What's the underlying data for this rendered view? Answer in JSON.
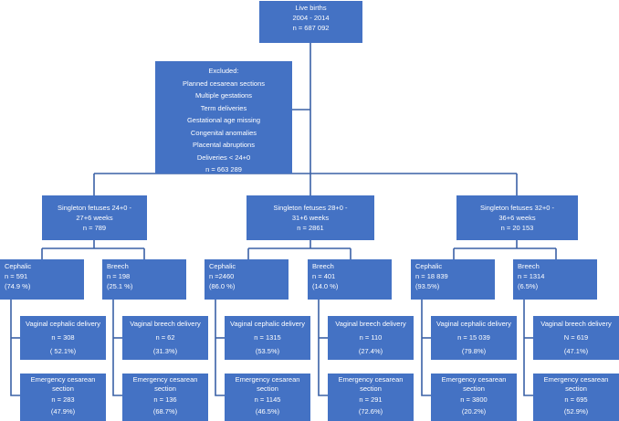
{
  "root": {
    "lines": [
      "Live births",
      "2004 - 2014",
      "n = 687 092"
    ]
  },
  "excluded": {
    "lines": [
      "Excluded:",
      "Planned cesarean sections",
      "Multiple gestations",
      "Term deliveries",
      "Gestational age missing",
      "Congenital anomalies",
      "Placental abruptions",
      "Deliveries < 24+0",
      "n = 663 289"
    ]
  },
  "groups": [
    {
      "header": {
        "lines": [
          "Singleton fetuses 24+0 -",
          "27+6 weeks",
          "n = 789"
        ]
      },
      "cephalic": {
        "lines": [
          "Cephalic",
          "n = 591",
          "(74.9 %)"
        ]
      },
      "breech": {
        "lines": [
          "Breech",
          "n = 198",
          "(25.1 %)"
        ]
      },
      "vag_ceph": {
        "lines": [
          "Vaginal cephalic  delivery",
          "n =  308",
          "( 52.1%)"
        ]
      },
      "vag_breech": {
        "lines": [
          "Vaginal breech delivery",
          "n = 62",
          "(31.3%)"
        ]
      },
      "em_ceph": {
        "lines": [
          "Emergency cesarean",
          "section",
          "n =  283",
          "(47.9%)"
        ]
      },
      "em_breech": {
        "lines": [
          "Emergency cesarean",
          "section",
          "n = 136",
          "(68.7%)"
        ]
      }
    },
    {
      "header": {
        "lines": [
          "Singleton fetuses 28+0 -",
          "31+6 weeks",
          "n = 2861"
        ]
      },
      "cephalic": {
        "lines": [
          "Cephalic",
          "n =2460",
          "(86.0 %)"
        ]
      },
      "breech": {
        "lines": [
          "Breech",
          "n = 401",
          "(14.0 %)"
        ]
      },
      "vag_ceph": {
        "lines": [
          "Vaginal cephalic  delivery",
          "n = 1315",
          "(53.5%)"
        ]
      },
      "vag_breech": {
        "lines": [
          "Vaginal breech delivery",
          "n = 110",
          "(27.4%)"
        ]
      },
      "em_ceph": {
        "lines": [
          "Emergency cesarean",
          "section",
          "n = 1145",
          "(46.5%)"
        ]
      },
      "em_breech": {
        "lines": [
          "Emergency cesarean",
          "section",
          "n = 291",
          "(72.6%)"
        ]
      }
    },
    {
      "header": {
        "lines": [
          "Singleton fetuses 32+0 -",
          "36+6 weeks",
          "n = 20 153"
        ]
      },
      "cephalic": {
        "lines": [
          "Cephalic",
          "n = 18 839",
          "(93.5%)"
        ]
      },
      "breech": {
        "lines": [
          "Breech",
          "n = 1314",
          "(6.5%)"
        ]
      },
      "vag_ceph": {
        "lines": [
          "Vaginal cephalic delivery",
          "n = 15 039",
          "(79.8%)"
        ]
      },
      "vag_breech": {
        "lines": [
          "Vaginal breech delivery",
          "N = 619",
          "(47.1%)"
        ]
      },
      "em_ceph": {
        "lines": [
          "Emergency cesarean",
          "section",
          "n = 3800",
          "(20.2%)"
        ]
      },
      "em_breech": {
        "lines": [
          "Emergency cesarean",
          "section",
          "n = 695",
          "(52.9%)"
        ]
      }
    }
  ]
}
